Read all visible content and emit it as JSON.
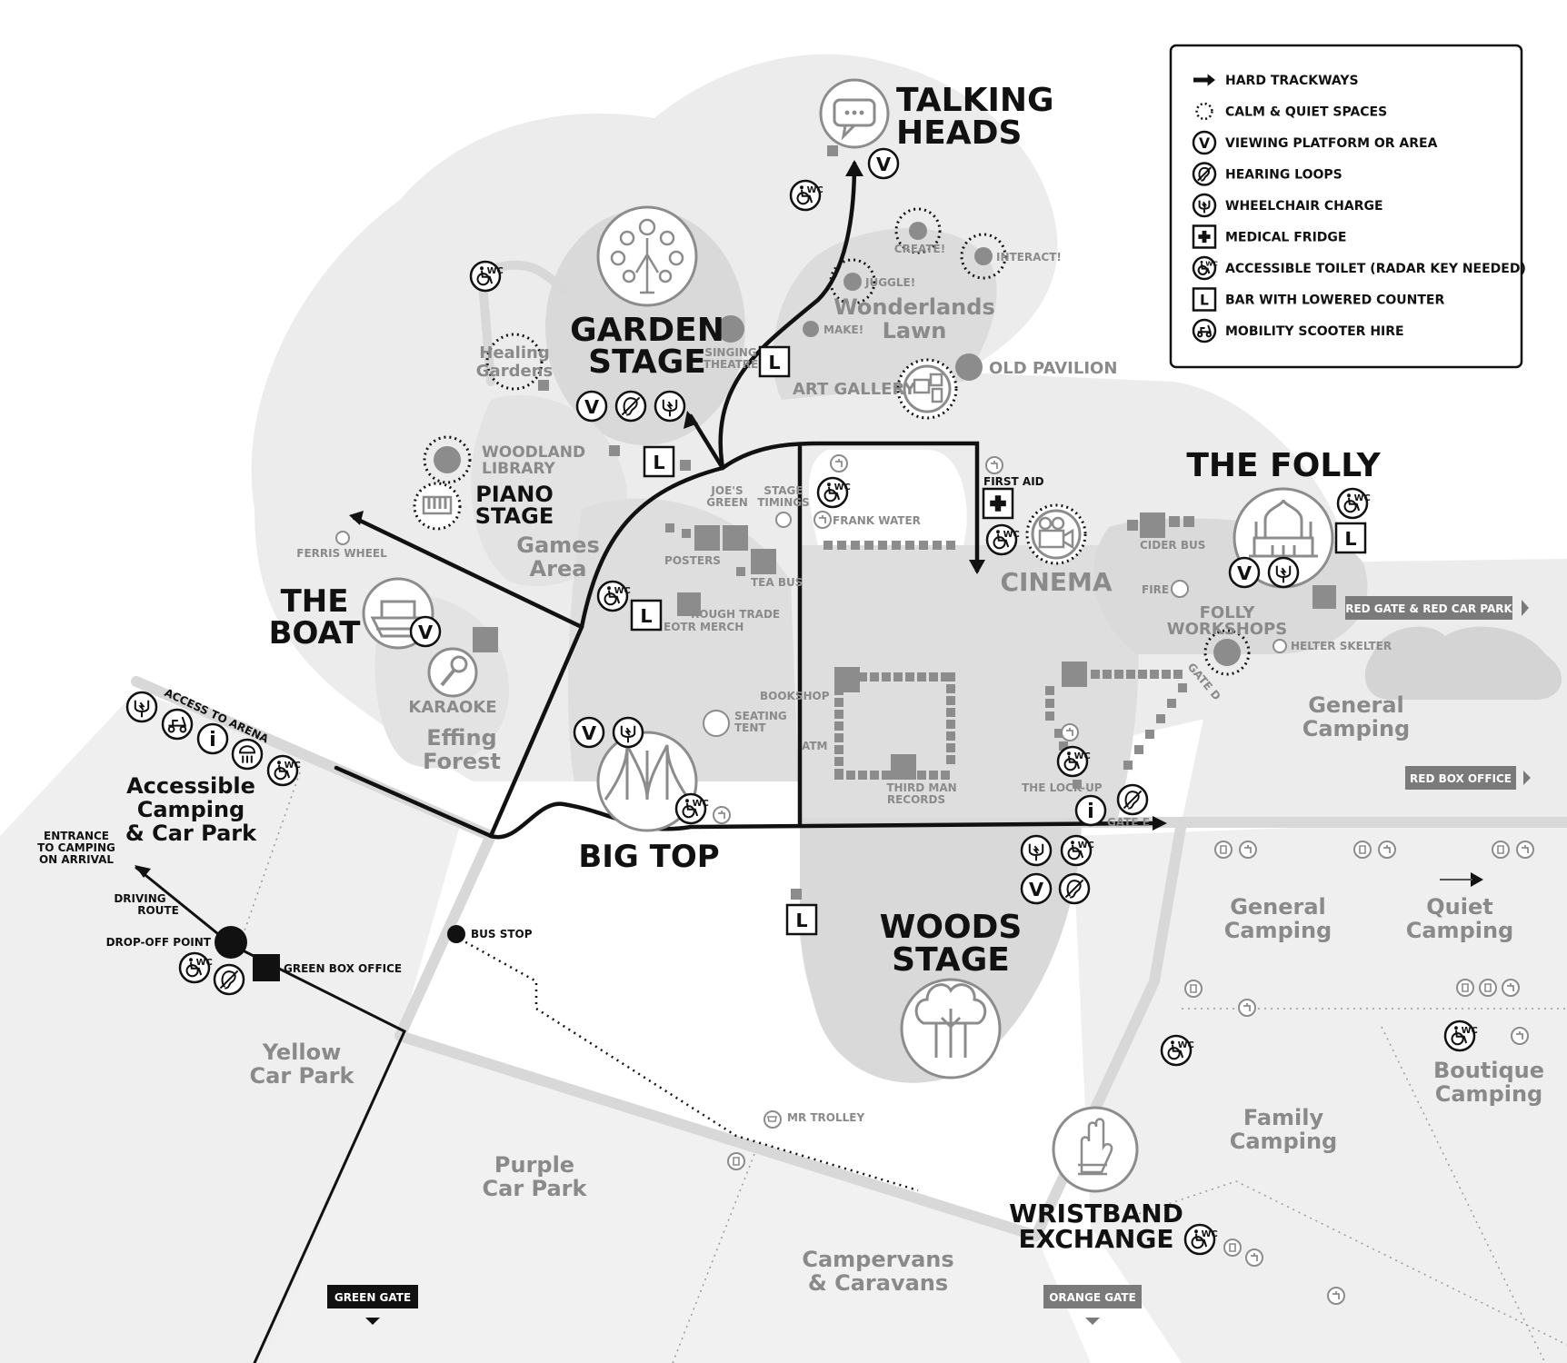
{
  "legend": {
    "items": [
      {
        "icon": "arrow-icon",
        "label": "HARD TRACKWAYS"
      },
      {
        "icon": "dotted-circle-icon",
        "label": "CALM & QUIET SPACES"
      },
      {
        "icon": "v-icon",
        "label": "VIEWING PLATFORM OR AREA"
      },
      {
        "icon": "ear-icon",
        "label": "HEARING LOOPS"
      },
      {
        "icon": "plug-icon",
        "label": "WHEELCHAIR CHARGE"
      },
      {
        "icon": "cross-icon",
        "label": "MEDICAL FRIDGE"
      },
      {
        "icon": "wc-icon",
        "label": "ACCESSIBLE TOILET (RADAR KEY NEEDED)"
      },
      {
        "icon": "l-icon",
        "label": "BAR WITH LOWERED COUNTER"
      },
      {
        "icon": "scooter-icon",
        "label": "MOBILITY SCOOTER HIRE"
      }
    ]
  },
  "stages": {
    "talking_heads": [
      "TALKING",
      "HEADS"
    ],
    "garden_stage": [
      "GARDEN",
      "STAGE"
    ],
    "the_boat": [
      "THE",
      "BOAT"
    ],
    "piano_stage": [
      "PIANO",
      "STAGE"
    ],
    "big_top": "BIG TOP",
    "the_folly": "THE FOLLY",
    "cinema": "CINEMA",
    "woods_stage": [
      "WOODS",
      "STAGE"
    ],
    "wristband_exchange": [
      "WRISTBAND",
      "EXCHANGE"
    ]
  },
  "areas": {
    "wonderlands_lawn": [
      "Wonderlands",
      "Lawn"
    ],
    "healing_gardens": [
      "Healing",
      "Gardens"
    ],
    "games_area": [
      "Games",
      "Area"
    ],
    "effing_forest": [
      "Effing",
      "Forest"
    ],
    "accessible_camping": [
      "Accessible",
      "Camping",
      "& Car Park"
    ],
    "general_camping_east": [
      "General",
      "Camping"
    ],
    "general_camping_south": [
      "General",
      "Camping"
    ],
    "quiet_camping": [
      "Quiet",
      "Camping"
    ],
    "boutique_camping": [
      "Boutique",
      "Camping"
    ],
    "family_camping": [
      "Family",
      "Camping"
    ],
    "yellow_car_park": [
      "Yellow",
      "Car Park"
    ],
    "purple_car_park": [
      "Purple",
      "Car Park"
    ],
    "campervans": [
      "Campervans",
      "& Caravans"
    ],
    "folly_workshops": [
      "FOLLY",
      "WORKSHOPS"
    ]
  },
  "labels": {
    "create": "CREATE!",
    "interact": "INTERACT!",
    "juggle": "JUGGLE!",
    "make": "MAKE!",
    "old_pavilion": "OLD PAVILION",
    "art_gallery": "ART GALLERY",
    "singing_theatre": [
      "SINGING",
      "THEATRE"
    ],
    "woodland_library": [
      "WOODLAND",
      "LIBRARY"
    ],
    "ferris_wheel": "FERRIS WHEEL",
    "karaoke": "KARAOKE",
    "joes_green": [
      "JOE'S",
      "GREEN"
    ],
    "stage_timings": [
      "STAGE",
      "TIMINGS"
    ],
    "posters": "POSTERS",
    "tea_bus": "TEA BUS",
    "rough_trade": "ROUGH TRADE",
    "eotr_merch": "EOTR MERCH",
    "frank_water": "FRANK WATER",
    "first_aid": "FIRST AID",
    "cider_bus": "CIDER BUS",
    "fire": "FIRE",
    "helter_skelter": "HELTER SKELTER",
    "gate_d": "GATE D",
    "gate_e": "GATE E",
    "bookshop": "BOOKSHOP",
    "seating_tent": [
      "SEATING",
      "TENT"
    ],
    "atm": "ATM",
    "third_man_records": [
      "THIRD MAN",
      "RECORDS"
    ],
    "the_lock_up": "THE LOCK-UP",
    "access_to_arena": "ACCESS TO ARENA",
    "entrance_to_camping": [
      "ENTRANCE",
      "TO CAMPING",
      "ON ARRIVAL"
    ],
    "driving_route": [
      "DRIVING",
      "ROUTE"
    ],
    "drop_off_point": "DROP-OFF POINT",
    "green_box_office": "GREEN BOX OFFICE",
    "bus_stop": "BUS STOP",
    "mr_trolley": "MR TROLLEY"
  },
  "gates": {
    "red_gate": "RED GATE & RED CAR PARK",
    "red_box_office": "RED BOX OFFICE",
    "green_gate": "GREEN GATE",
    "orange_gate": "ORANGE GATE"
  },
  "icon_text": {
    "v": "V",
    "l": "L",
    "wc": "WC",
    "i": "i"
  },
  "colors": {
    "ink": "#111111",
    "zone_light": "#ececec",
    "zone_mid": "#dedede",
    "zone_dark": "#cfcfcf",
    "label_grey": "#8a8a8a",
    "pill_grey": "#7a7a7a"
  }
}
